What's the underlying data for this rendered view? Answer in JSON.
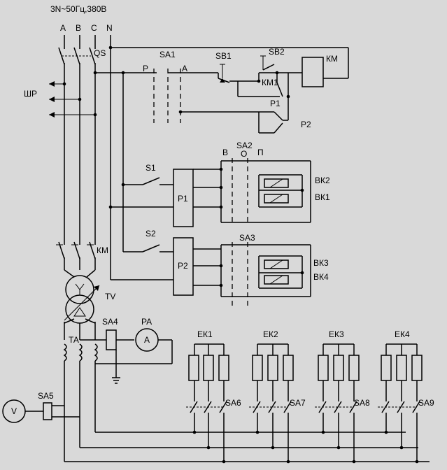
{
  "supply": "3N~50Гц,380В",
  "phases": [
    "A",
    "B",
    "C",
    "N"
  ],
  "qs": "QS",
  "shr": "ШР",
  "sa1": {
    "name": "SA1",
    "left": "Р",
    "right": "А"
  },
  "sb1": "SB1",
  "sb2": "SB2",
  "km_coil": "КМ",
  "km1": "КМ1",
  "p1_contact": "Р1",
  "p2_contact": "Р2",
  "sa2": {
    "name": "SA2",
    "v": "В",
    "o": "О",
    "p": "П"
  },
  "s1": "S1",
  "s2": "S2",
  "p1": "Р1",
  "p2": "Р2",
  "bk1": "ВК1",
  "bk2": "ВК2",
  "sa3": "SA3",
  "bk3": "ВК3",
  "bk4": "ВК4",
  "km_main": "КМ",
  "tv": "TV",
  "sa4": "SA4",
  "pa": "PA",
  "ammeter": "A",
  "ta": "ТА",
  "sa5": "SA5",
  "voltmeter": "V",
  "ek": [
    "ЕК1",
    "ЕК2",
    "ЕК3",
    "ЕК4"
  ],
  "sa_heaters": [
    "SA6",
    "SA7",
    "SA8",
    "SA9"
  ]
}
